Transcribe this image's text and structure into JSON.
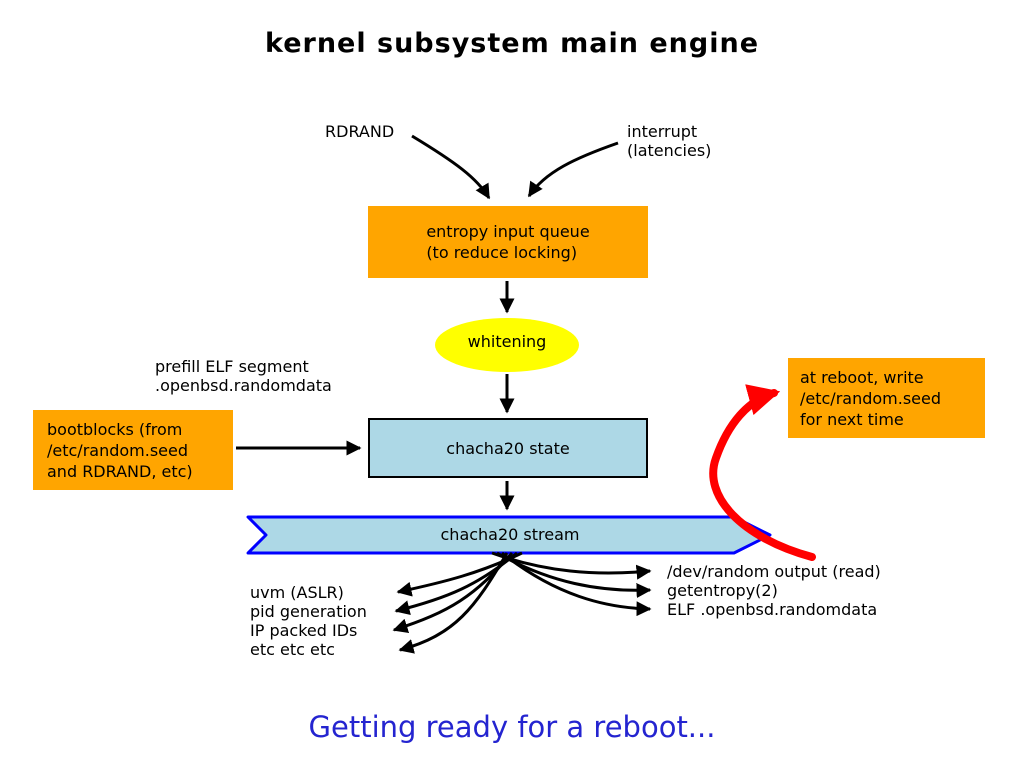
{
  "title": "kernel subsystem main engine",
  "inputs": {
    "rdrand": "RDRAND",
    "interrupt": "interrupt\n(latencies)"
  },
  "nodes": {
    "entropy_queue": "entropy input queue\n(to reduce locking)",
    "whitening": "whitening",
    "prefill_note": "prefill ELF segment\n.openbsd.randomdata",
    "bootblocks": "bootblocks (from\n/etc/random.seed\nand RDRAND, etc)",
    "chacha20_state": "chacha20 state",
    "chacha20_stream": "chacha20 stream",
    "reboot_note": "at reboot, write\n/etc/random.seed\nfor next time"
  },
  "outputs": {
    "left": "uvm (ASLR)\npid generation\nIP packed IDs\netc etc etc",
    "right": "/dev/random output (read)\ngetentropy(2)\nELF .openbsd.randomdata"
  },
  "footer": "Getting ready for a reboot...",
  "colors": {
    "box_orange": "#ffa500",
    "whitening_yellow": "#ffff00",
    "state_blue": "#add8e6",
    "stream_border_blue": "#0000ff",
    "red_arrow": "#ff0000",
    "footer_blue": "#2424d0",
    "arrow_black": "#000000"
  }
}
